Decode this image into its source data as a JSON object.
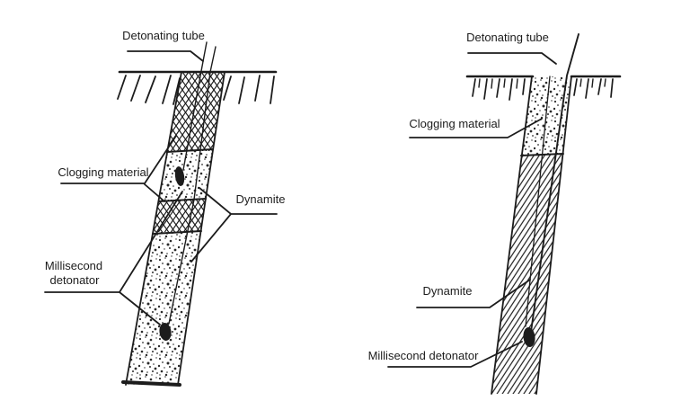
{
  "figure": {
    "paper_color": "#ffffff",
    "ink_color": "#1c1c1c",
    "left": {
      "labels": {
        "detonating_tube": "Detonating tube",
        "clogging_material": "Clogging material",
        "dynamite": "Dynamite",
        "millisecond_detonator_line1": "Millisecond",
        "millisecond_detonator_line2": "detonator"
      }
    },
    "right": {
      "labels": {
        "detonating_tube": "Detonating tube",
        "clogging_material": "Clogging material",
        "dynamite": "Dynamite",
        "millisecond_detonator": "Millisecond detonator"
      }
    }
  }
}
